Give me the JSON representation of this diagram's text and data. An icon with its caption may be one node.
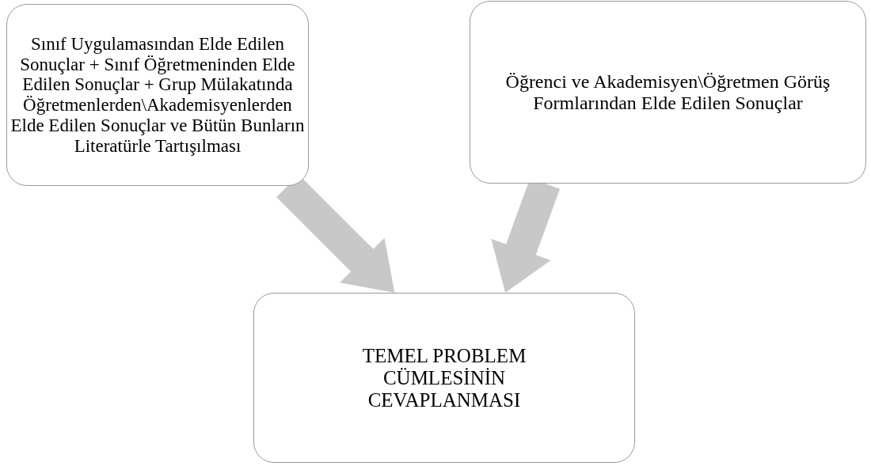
{
  "diagram": {
    "nodes": [
      {
        "text": [
          "Sınıf Uygulamasından Elde Edilen Sonuçlar + Sınıf Öğretmeninden Elde Edilen Sonuçlar + Grup Mülakatında Öğretmenlerden\\Akademisyenlerden Elde Edilen Sonuçlar ve Bütün Bunların Literatürle Tartışılması"
        ]
      },
      {
        "text": [
          "Öğrenci ve Akademisyen\\Öğretmen Görüş Formlarından Elde Edilen Sonuçlar"
        ]
      },
      {
        "text": [
          "TEMEL PROBLEM CÜMLESİNİN CEVAPLANMASI"
        ]
      }
    ],
    "edges": [
      {
        "from": 0,
        "to": 2,
        "arrow": "to",
        "style": "thick"
      },
      {
        "from": 1,
        "to": 2,
        "arrow": "to",
        "style": "thick"
      }
    ]
  }
}
